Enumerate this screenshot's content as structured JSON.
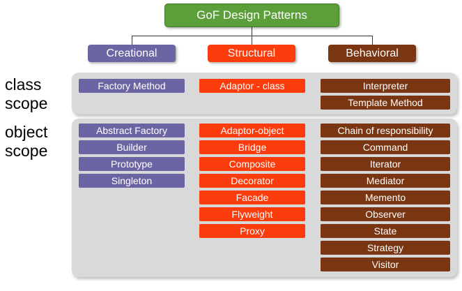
{
  "title": "GoF Design Patterns",
  "categories": [
    {
      "name": "Creational",
      "color": "#6b65a3"
    },
    {
      "name": "Structural",
      "color": "#fc3c0c"
    },
    {
      "name": "Behavioral",
      "color": "#7a3512"
    }
  ],
  "scopes": {
    "class": {
      "line1": "class",
      "line2": "scope"
    },
    "object": {
      "line1": "object",
      "line2": "scope"
    }
  },
  "class_scope": {
    "creational": [
      "Factory Method"
    ],
    "structural": [
      "Adaptor - class"
    ],
    "behavioral": [
      "Interpreter",
      "Template Method"
    ]
  },
  "object_scope": {
    "creational": [
      "Abstract Factory",
      "Builder",
      "Prototype",
      "Singleton"
    ],
    "structural": [
      "Adaptor-object",
      "Bridge",
      "Composite",
      "Decorator",
      "Facade",
      "Flyweight",
      "Proxy"
    ],
    "behavioral": [
      "Chain of responsibility",
      "Command",
      "Iterator",
      "Mediator",
      "Memento",
      "Observer",
      "State",
      "Strategy",
      "Visitor"
    ]
  }
}
